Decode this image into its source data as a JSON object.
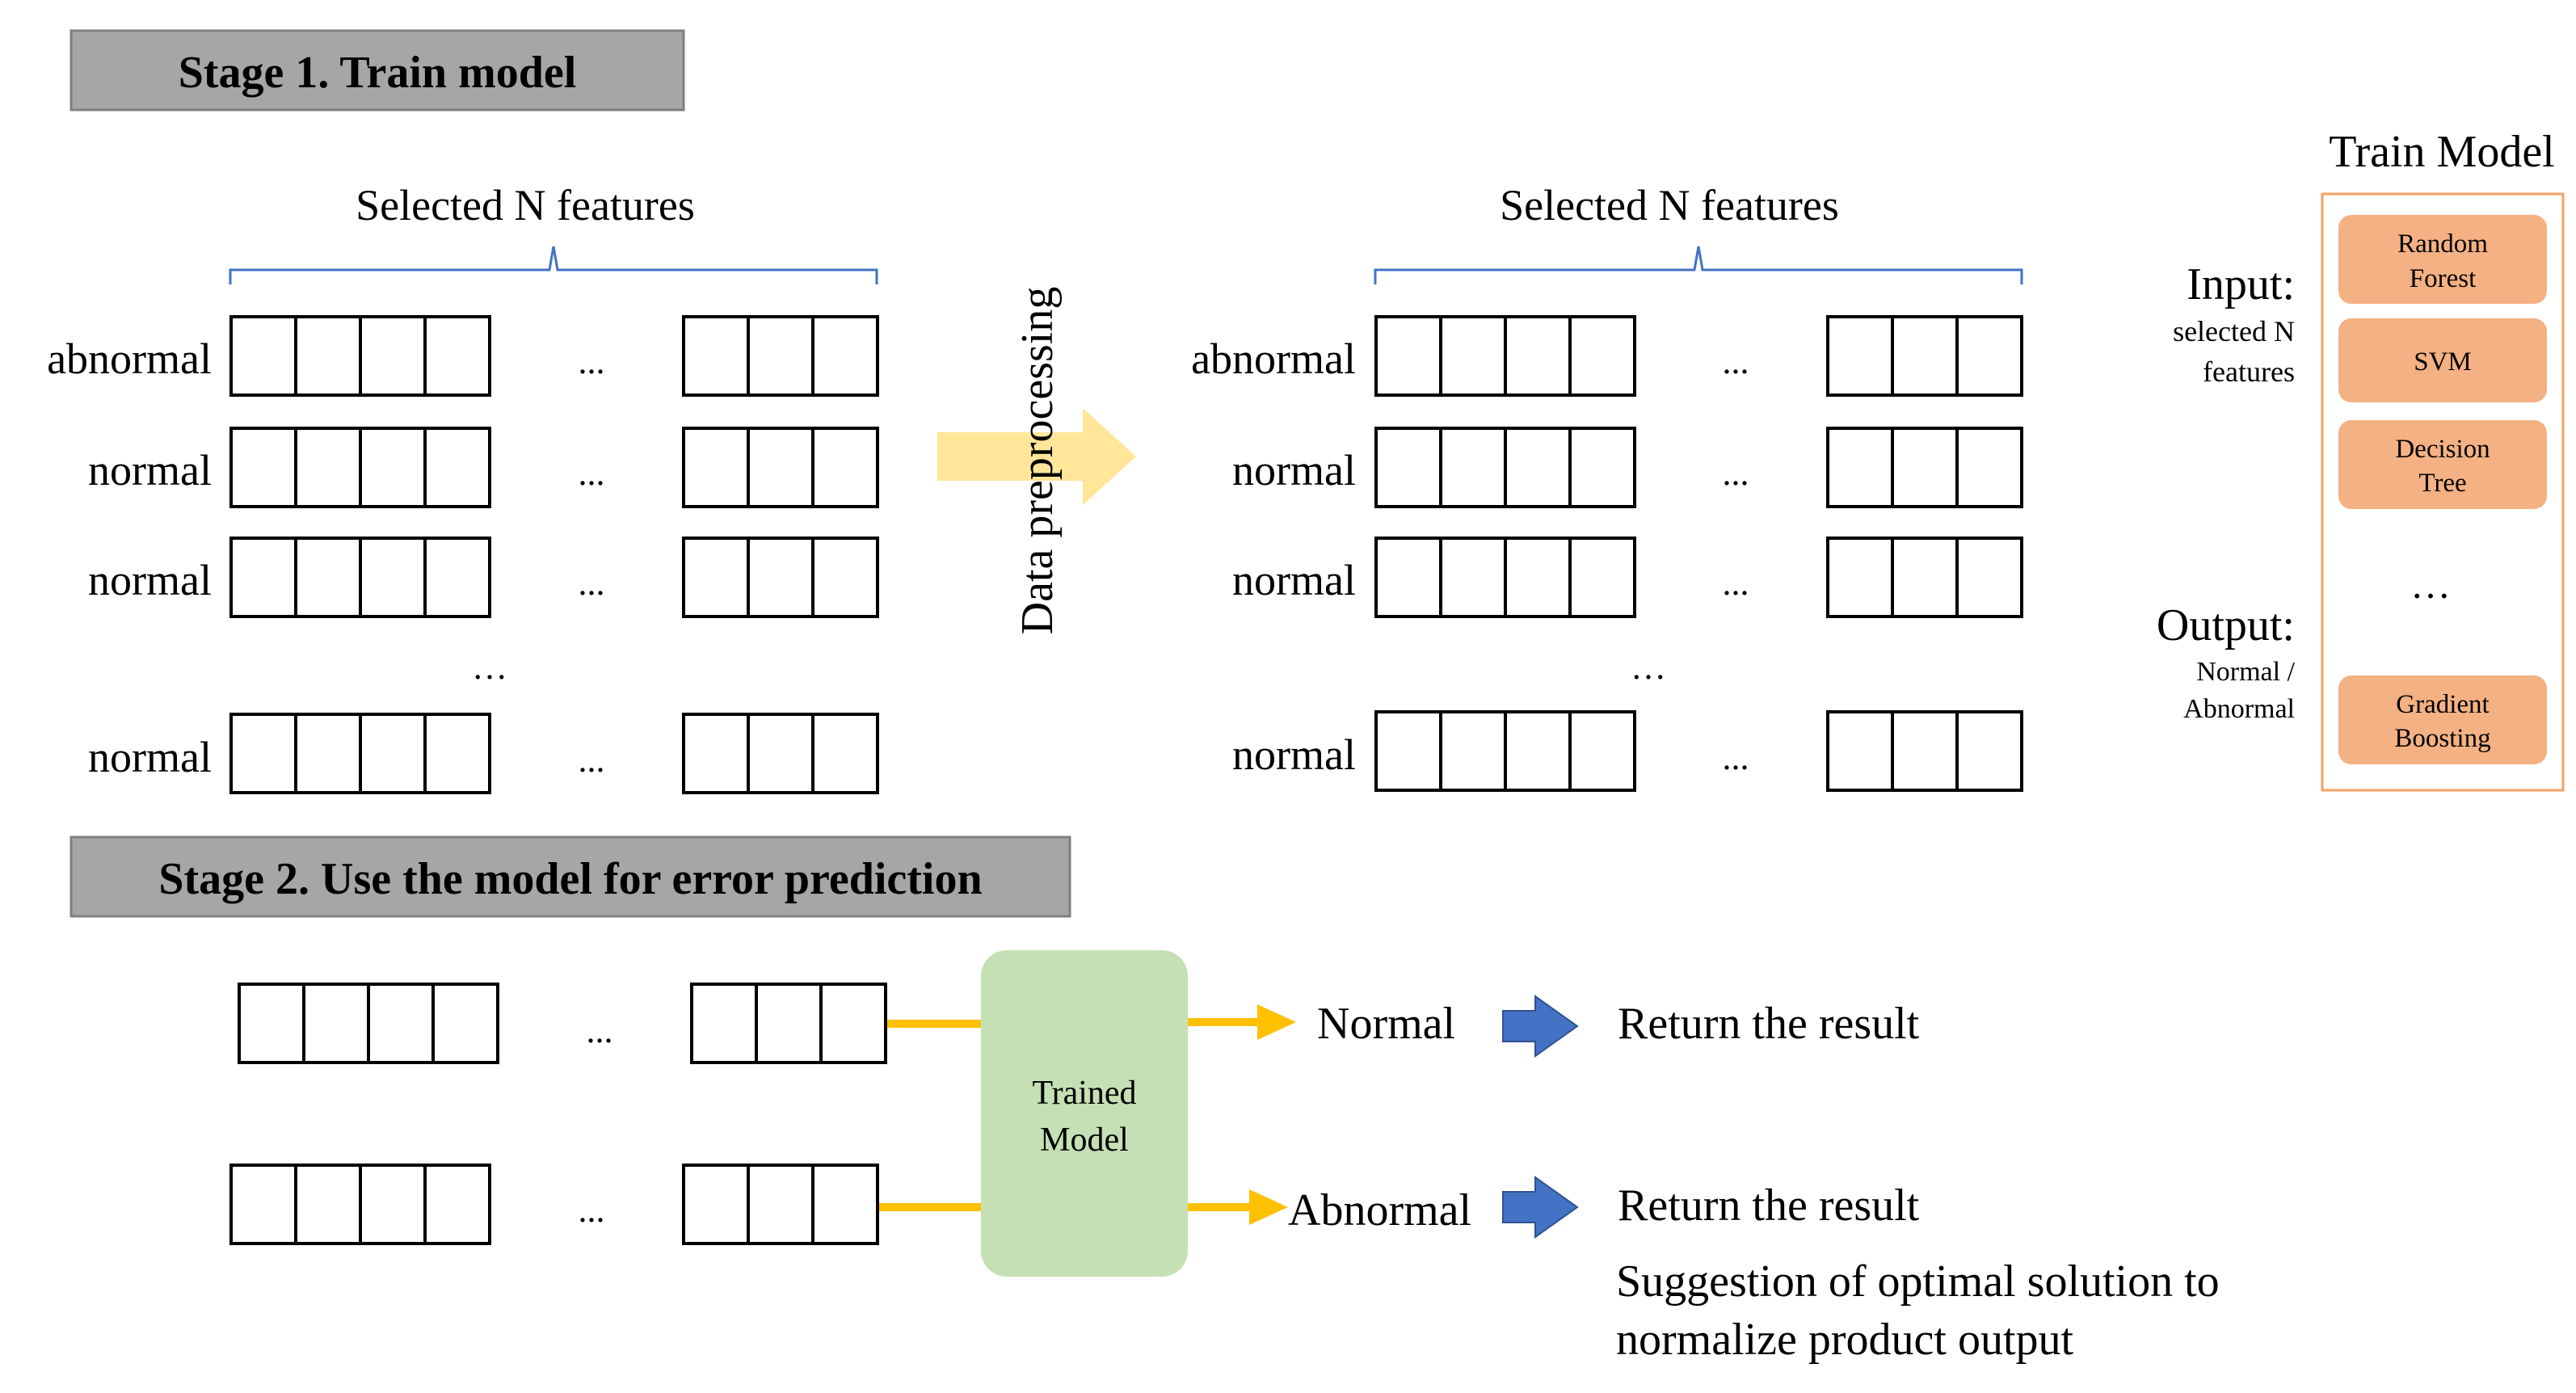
{
  "stage1": {
    "label": "Stage 1. Train model",
    "left": {
      "features_label": "Selected N features",
      "rows": [
        "abnormal",
        "normal",
        "normal",
        "normal"
      ],
      "row_ellipsis": "...",
      "col_ellipsis": "…"
    },
    "arrow_label": "Data preprocessing",
    "right": {
      "features_label": "Selected N features",
      "rows": [
        "abnormal",
        "normal",
        "normal",
        "normal"
      ],
      "row_ellipsis": "...",
      "col_ellipsis": "…"
    },
    "train_model": {
      "title": "Train Model",
      "input_label": "Input:",
      "input_desc": [
        "selected N",
        "features"
      ],
      "output_label": "Output:",
      "output_desc": [
        "Normal /",
        "Abnormal"
      ],
      "models": [
        [
          "Random",
          "Forest"
        ],
        [
          "SVM"
        ],
        [
          "Decision",
          "Tree"
        ],
        [
          "Gradient",
          "Boosting"
        ]
      ],
      "ellipsis": "…"
    }
  },
  "stage2": {
    "label": "Stage 2. Use the model for error prediction",
    "row_ellipsis": "...",
    "model": [
      "Trained",
      "Model"
    ],
    "outputs": [
      {
        "label": "Normal",
        "result": "Return the result",
        "suggestion": []
      },
      {
        "label": "Abnormal",
        "result": "Return the result",
        "suggestion": [
          "Suggestion of optimal solution to",
          "normalize product output"
        ]
      }
    ]
  },
  "colors": {
    "stage_bg": "#a6a6a6",
    "stage_border": "#7f7f7f",
    "brace": "#4472c4",
    "big_arrow": "#ffe699",
    "model_fill": "#f4b183",
    "model_border": "#f4a261",
    "trained_model_fill": "#c5e0b4",
    "connector": "#ffc000",
    "result_arrow": "#4472c4"
  }
}
